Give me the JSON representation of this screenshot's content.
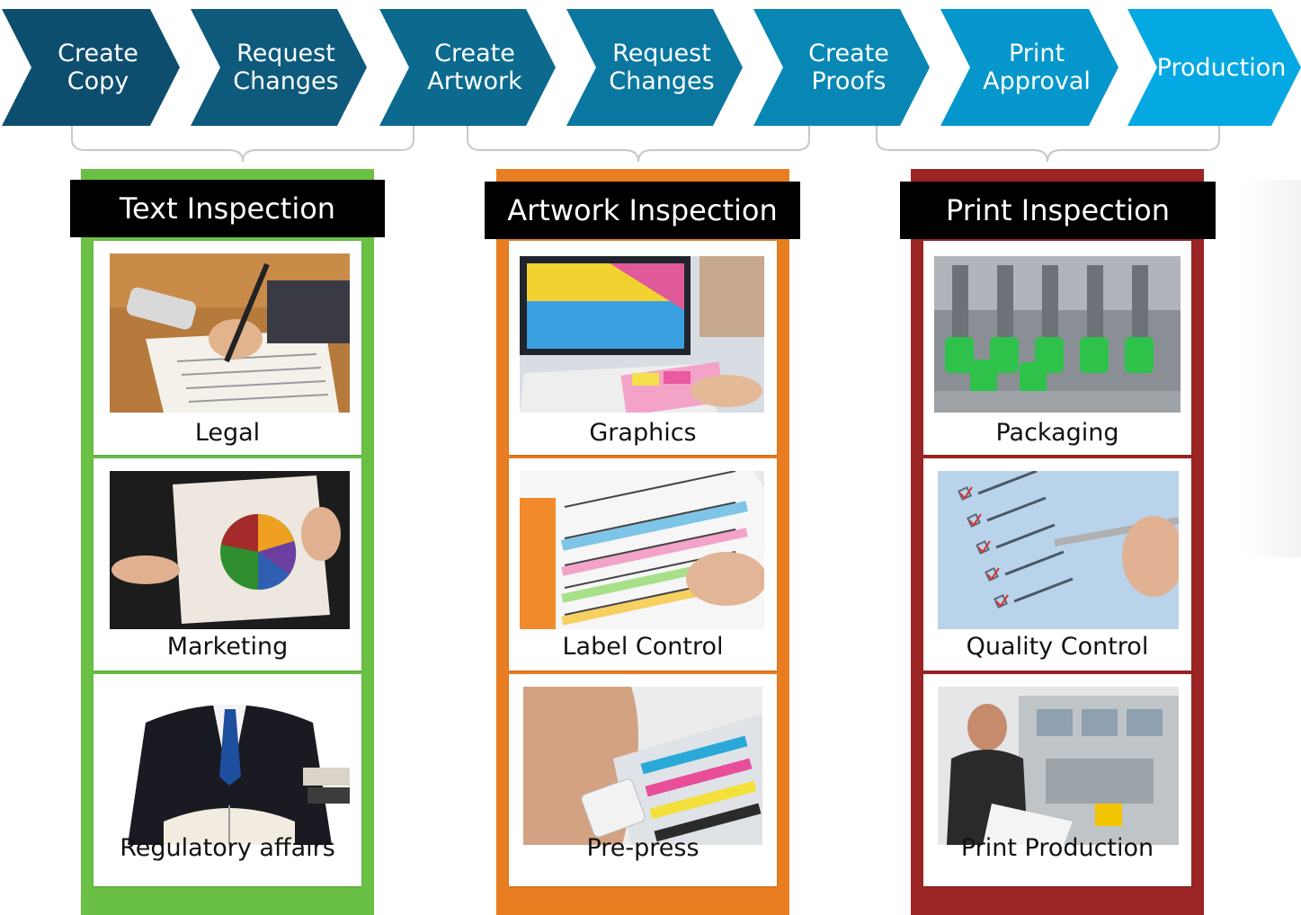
{
  "process_steps": [
    {
      "label": "Create\nCopy",
      "color": "#0d4e6e"
    },
    {
      "label": "Request\nChanges",
      "color": "#0d5a7c"
    },
    {
      "label": "Create\nArtwork",
      "color": "#0b6a8e"
    },
    {
      "label": "Request\nChanges",
      "color": "#0a77a0"
    },
    {
      "label": "Create\nProofs",
      "color": "#0887b4"
    },
    {
      "label": "Print\nApproval",
      "color": "#0597cc"
    },
    {
      "label": "Production",
      "color": "#04a8e2"
    }
  ],
  "columns": [
    {
      "title": "Text Inspection",
      "color": "#6abf45",
      "items": [
        {
          "label": "Legal",
          "icon": "writing-hand-photo"
        },
        {
          "label": "Marketing",
          "icon": "pie-chart-photo"
        },
        {
          "label": "Regulatory affairs",
          "icon": "businessman-reading-photo"
        }
      ]
    },
    {
      "title": "Artwork Inspection",
      "color": "#e87e21",
      "items": [
        {
          "label": "Graphics",
          "icon": "color-swatch-monitor-photo"
        },
        {
          "label": "Label Control",
          "icon": "nutrition-label-photo"
        },
        {
          "label": "Pre-press",
          "icon": "loupe-color-bars-photo"
        }
      ]
    },
    {
      "title": "Print Inspection",
      "color": "#9b2424",
      "items": [
        {
          "label": "Packaging",
          "icon": "bottling-line-photo"
        },
        {
          "label": "Quality Control",
          "icon": "checklist-pen-photo"
        },
        {
          "label": "Print Production",
          "icon": "printing-press-photo"
        }
      ]
    }
  ]
}
